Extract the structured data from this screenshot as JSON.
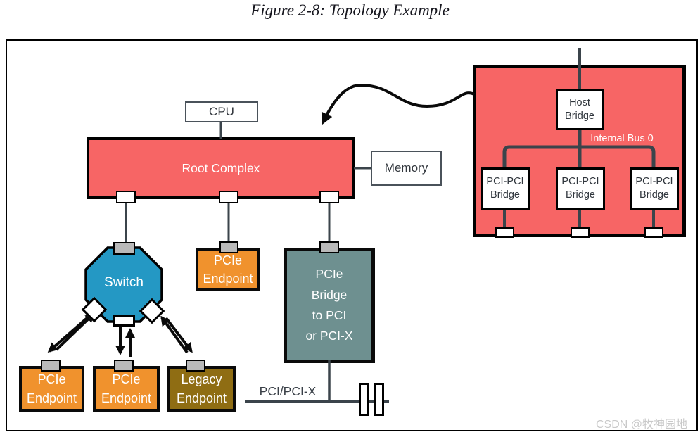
{
  "figure_title": "Figure 2-8: Topology Example",
  "watermark": "CSDN @牧神园地",
  "nodes": {
    "cpu": "CPU",
    "root_complex": "Root Complex",
    "memory": "Memory",
    "switch": "Switch",
    "endpoint_upper": [
      "PCIe",
      "Endpoint"
    ],
    "pcie_bridge": [
      "PCIe",
      "Bridge",
      "to PCI",
      "or PCI-X"
    ],
    "endpoint_left": [
      "PCIe",
      "Endpoint"
    ],
    "endpoint_center": [
      "PCIe",
      "Endpoint"
    ],
    "endpoint_legacy": [
      "Legacy",
      "Endpoint"
    ],
    "pci_bus_label": "PCI/PCI-X"
  },
  "root_complex_detail": {
    "host_bridge": [
      "Host",
      "Bridge"
    ],
    "internal_bus_label": "Internal Bus 0",
    "pci_pci_bridges": [
      [
        "PCI-PCI",
        "Bridge"
      ],
      [
        "PCI-PCI",
        "Bridge"
      ],
      [
        "PCI-PCI",
        "Bridge"
      ]
    ]
  },
  "colors": {
    "root_complex_red": "#F76565",
    "switch_blue": "#2498C4",
    "endpoint_orange": "#F0922D",
    "legacy_endpoint_olive": "#8F6D13",
    "pcie_bridge_teal": "#6E9090",
    "port_gray": "#B9B9B9",
    "connector_dark": "#3B444B"
  }
}
